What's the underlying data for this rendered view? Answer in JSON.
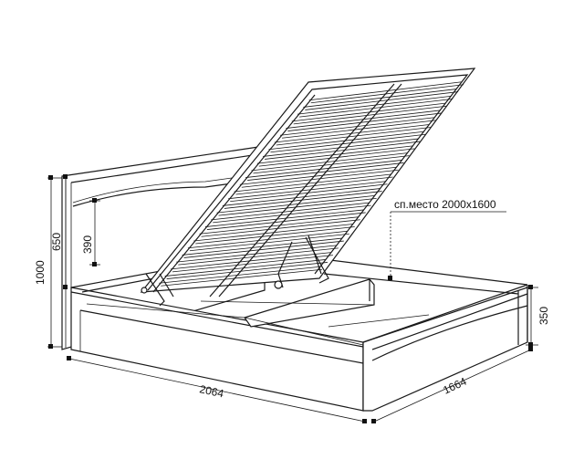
{
  "dimensions": {
    "overall_height": "1000",
    "headboard_height": "650",
    "panel_height": "390",
    "length": "2064",
    "width": "1664",
    "base_height": "350"
  },
  "sleeping_area_label": "сп.место 2000х1600"
}
